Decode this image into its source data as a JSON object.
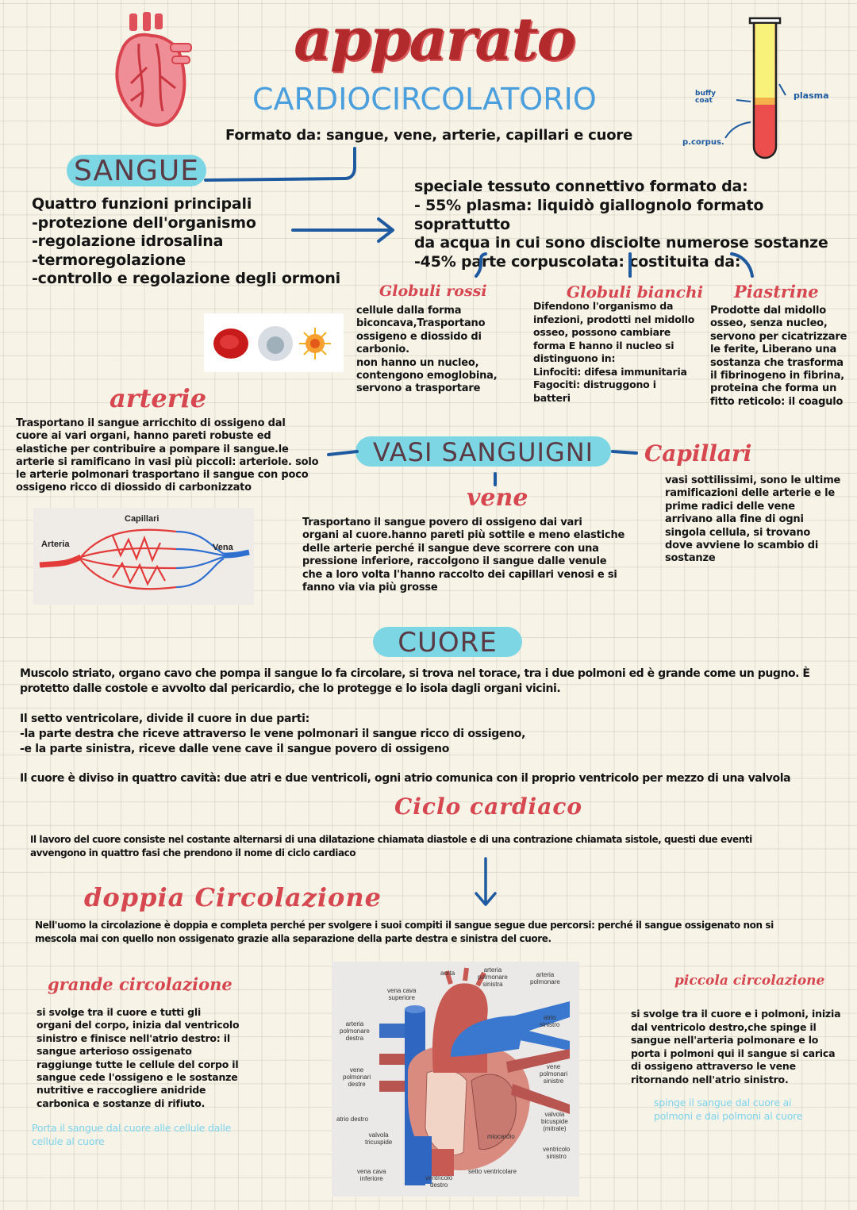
{
  "header": {
    "title_script": "apparato",
    "title_sub": "CARDIOCIRCOLATORIO",
    "formed_by": "Formato da: sangue, vene, arterie, capillari e cuore",
    "colors": {
      "title_red": "#b22a2c",
      "sub_blue": "#4a9fdc",
      "pill_cyan": "#7dd6e3",
      "heading_red": "#d64750",
      "arrow_blue": "#1e5aa0",
      "note_cyan": "#7ed3ec"
    }
  },
  "test_tube": {
    "labels": {
      "buffy": "buffy\ncoat",
      "plasma": "plasma",
      "corpus": "p.corpus."
    },
    "colors": {
      "plasma": "#f9f27a",
      "buffy": "#f5b24a",
      "cells": "#ec4e4e"
    }
  },
  "sangue": {
    "pill": "SANGUE",
    "functions": "Quattro funzioni principali\n-protezione dell'organismo\n-regolazione idrosalina\n-termoregolazione\n-controllo e regolazione degli ormoni",
    "composition": "speciale tessuto connettivo formato da:\n- 55% plasma: liquidò giallognolo formato soprattutto\nda acqua in cui sono disciolte numerose sostanze\n-45% parte corpuscolata: costituita da:",
    "cells": [
      {
        "title": "Globuli rossi",
        "text": "cellule dalla forma\nbiconcava,Trasportano\nossigeno e diossido di\ncarbonio.\nnon hanno un nucleo,\ncontengono emoglobina,\nservono a trasportare"
      },
      {
        "title": "Globuli bianchi",
        "text": "Difendono l'organismo da\ninfezioni, prodotti nel midollo\nosseo, possono cambiare\nforma E hanno il nucleo si\ndistinguono in:\nLinfociti: difesa immunitaria\nFagociti: distruggono i\nbatteri"
      },
      {
        "title": "Piastrine",
        "text": "Prodotte dal midollo\nosseo, senza nucleo,\nservono per cicatrizzare\nle ferite, Liberano una\nsostanza che trasforma\nil fibrinogeno in fibrina,\nproteina che forma un\nfitto reticolo: il coagulo"
      }
    ]
  },
  "vasi": {
    "pill": "VASI SANGUIGNI",
    "arterie": {
      "title": "arterie",
      "text": "Trasportano il sangue arricchito di ossigeno dal\ncuore ai vari organi, hanno pareti robuste ed\nelastiche per contribuire a pompare il sangue.le\narterie si ramificano in vasi più piccoli: arteriole. solo\nle arterie polmonari trasportano il sangue con poco\nossigeno ricco di diossido di carbonizzato"
    },
    "vene": {
      "title": "vene",
      "text": "Trasportano il sangue povero di ossigeno dai vari\norgani al cuore.hanno pareti più sottile e meno elastiche\ndelle arterie perché il sangue deve scorrere con una\npressione inferiore, raccolgono il sangue dalle venule\nche a loro volta l'hanno raccolto dei capillari venosi e si\nfanno via via più grosse"
    },
    "capillari": {
      "title": "Capillari",
      "text": "vasi sottilissimi, sono le ultime\nramificazioni delle arterie e le\nprime radici delle vene\narrivano alla fine di ogni\nsingola cellula, si trovano\ndove avviene lo scambio di\nsostanze"
    },
    "diagram": {
      "top": "Capillari",
      "left": "Arteria",
      "right": "Vena"
    }
  },
  "cuore": {
    "pill": "CUORE",
    "p1": "Muscolo striato, organo cavo che pompa il sangue lo fa circolare, si trova nel torace, tra i due polmoni ed è grande come un pugno. È\nprotetto dalle costole e avvolto dal pericardio, che lo protegge e lo isola dagli organi vicini.",
    "p2": "Il setto ventricolare, divide il cuore in due parti:\n-la parte destra che riceve attraverso le vene polmonari il sangue ricco di ossigeno,\n-e la parte sinistra, riceve dalle vene cave il sangue povero di ossigeno",
    "p3": "Il cuore è diviso in quattro cavità: due atri e due ventricoli, ogni atrio comunica con il proprio ventricolo per mezzo di una valvola"
  },
  "ciclo": {
    "title": "Ciclo cardiaco",
    "text": "Il lavoro del cuore consiste nel costante alternarsi di una dilatazione chiamata diastole e di una contrazione chiamata sistole, questi due eventi\navvengono in quattro fasi che prendono il nome di ciclo cardiaco"
  },
  "doppia": {
    "title": "doppia Circolazione",
    "text": "Nell'uomo la circolazione è doppia e completa perché per svolgere i suoi compiti il sangue segue due percorsi: perché il sangue ossigenato non si\nmescola mai con quello non ossigenato grazie alla separazione della parte destra e sinistra del cuore."
  },
  "grande": {
    "title": "grande circolazione",
    "text": "si svolge tra il cuore e tutti gli\norgani del corpo, inizia dal ventricolo\nsinistro e finisce nell'atrio destro: il\nsangue arterioso ossigenato\nraggiunge tutte le cellule del corpo il\nsangue cede l'ossigeno e le sostanze\nnutritive e raccogliere anidride\ncarbonica e sostanze di rifiuto.",
    "note": "Porta il sangue dal cuore alle cellule dalle\ncellule al cuore"
  },
  "piccola": {
    "title": "piccola circolazione",
    "text": "si svolge tra il cuore e i polmoni, inizia\ndal ventricolo destro,che spinge il\nsangue nell'arteria polmonare e lo\nporta i polmoni qui il sangue si carica\ndi ossigeno attraverso le vene\nritornando  nell'atrio sinistro.",
    "note": "spinge il sangue dal cuore ai\npolmoni e dai polmoni al cuore"
  },
  "heart_diagram": {
    "labels": {
      "aorta": "aorta",
      "apsin": "arteria\npolmonare\nsinistra",
      "ap": "arteria\npolmonare",
      "vcs": "vena cava\nsuperiore",
      "apd": "arteria\npolmonare\ndestra",
      "as": "atrio\nsinistro",
      "vpd": "vene\npolmonari\ndestre",
      "vps": "vene\npolmonari\nsinistre",
      "ad": "atrio destro",
      "vb": "valvola\nbicuspide\n(mitrale)",
      "vt": "valvola\ntricuspide",
      "mio": "miocardio",
      "vs": "ventricolo\nsinistro",
      "vci": "vena cava\ninferiore",
      "vd": "ventricolo\ndestro",
      "sv": "setto ventricolare"
    }
  }
}
